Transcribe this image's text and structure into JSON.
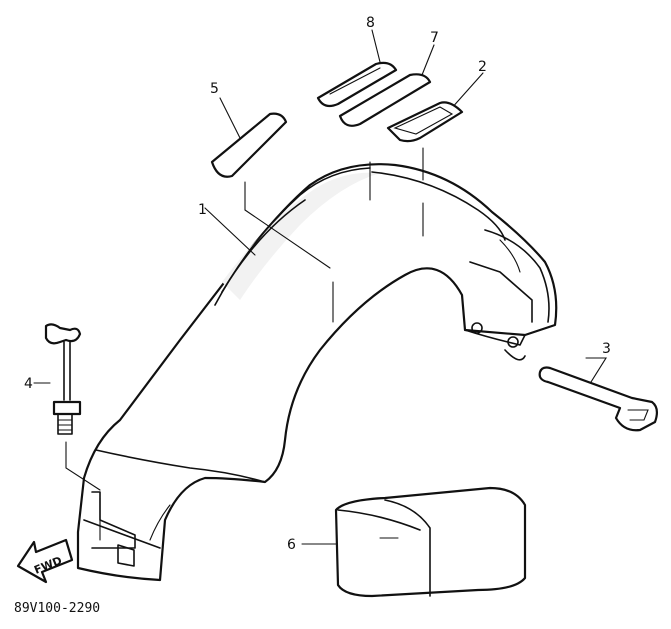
{
  "callouts": {
    "c1": "1",
    "c2": "2",
    "c3": "3",
    "c4": "4",
    "c5": "5",
    "c6": "6",
    "c7": "7",
    "c8": "8"
  },
  "direction_label": "FWD",
  "diagram_code": "89V100-2290"
}
